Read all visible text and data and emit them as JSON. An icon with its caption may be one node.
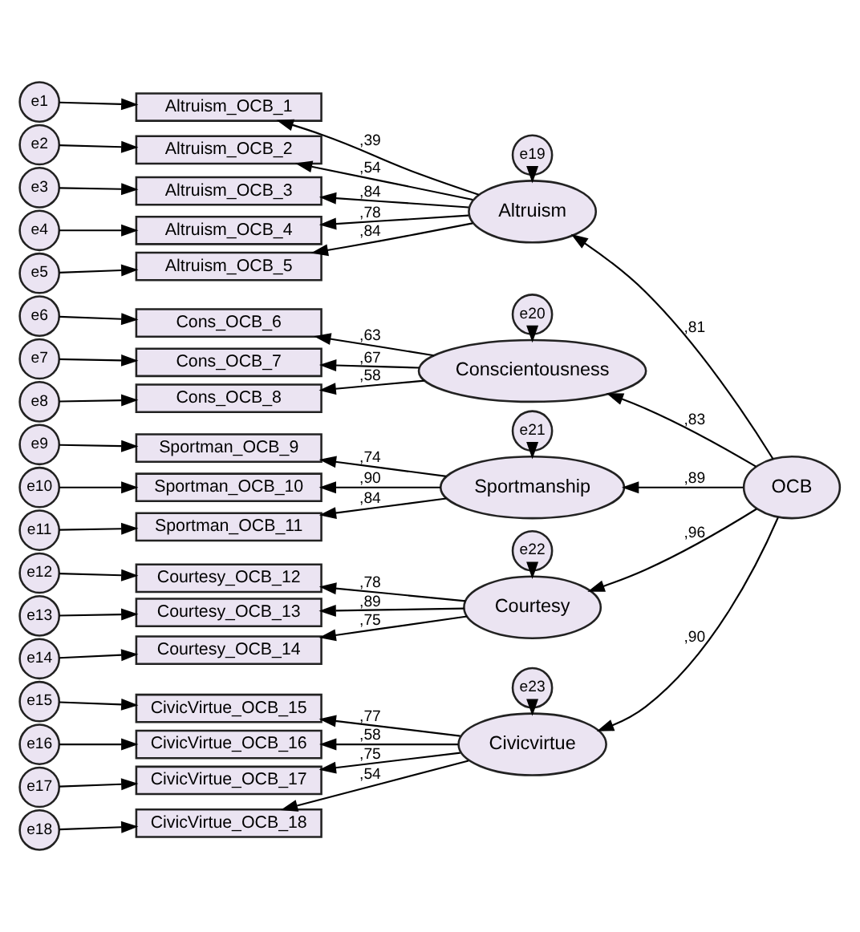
{
  "diagram": {
    "nodes": [
      {
        "text": [
          "e19"
        ]
      },
      {
        "text": [
          "Altruism"
        ]
      },
      {
        "text": [
          "e1"
        ]
      },
      {
        "text": [
          "Altruism_OCB_1"
        ]
      },
      {
        "text": [
          "e2"
        ]
      },
      {
        "text": [
          "Altruism_OCB_2"
        ]
      },
      {
        "text": [
          "e3"
        ]
      },
      {
        "text": [
          "Altruism_OCB_3"
        ]
      },
      {
        "text": [
          "e4"
        ]
      },
      {
        "text": [
          "Altruism_OCB_4"
        ]
      },
      {
        "text": [
          "e5"
        ]
      },
      {
        "text": [
          "Altruism_OCB_5"
        ]
      },
      {
        "text": [
          "e20"
        ]
      },
      {
        "text": [
          "Conscientousness"
        ]
      },
      {
        "text": [
          "e6"
        ]
      },
      {
        "text": [
          "Cons_OCB_6"
        ]
      },
      {
        "text": [
          "e7"
        ]
      },
      {
        "text": [
          "Cons_OCB_7"
        ]
      },
      {
        "text": [
          "e8"
        ]
      },
      {
        "text": [
          "Cons_OCB_8"
        ]
      },
      {
        "text": [
          "e21"
        ]
      },
      {
        "text": [
          "Sportmanship"
        ]
      },
      {
        "text": [
          "e9"
        ]
      },
      {
        "text": [
          "Sportman_OCB_9"
        ]
      },
      {
        "text": [
          "e10"
        ]
      },
      {
        "text": [
          "Sportman_OCB_10"
        ]
      },
      {
        "text": [
          "e11"
        ]
      },
      {
        "text": [
          "Sportman_OCB_11"
        ]
      },
      {
        "text": [
          "OCB"
        ]
      },
      {
        "text": [
          "e22"
        ]
      },
      {
        "text": [
          "Courtesy"
        ]
      },
      {
        "text": [
          "e12"
        ]
      },
      {
        "text": [
          "Courtesy_OCB_12"
        ]
      },
      {
        "text": [
          "e13"
        ]
      },
      {
        "text": [
          "Courtesy_OCB_13"
        ]
      },
      {
        "text": [
          "e14"
        ]
      },
      {
        "text": [
          "Courtesy_OCB_14"
        ]
      },
      {
        "text": [
          "e23"
        ]
      },
      {
        "text": [
          "Civicvirtue"
        ]
      },
      {
        "text": [
          "e15"
        ]
      },
      {
        "text": [
          "CivicVirtue_OCB_15"
        ]
      },
      {
        "text": [
          "e16"
        ]
      },
      {
        "text": [
          "CivicVirtue_OCB_16"
        ]
      },
      {
        "text": [
          "e17"
        ]
      },
      {
        "text": [
          "CivicVirtue_OCB_17"
        ]
      },
      {
        "text": [
          "e18"
        ]
      },
      {
        "text": [
          "CivicVirtue_OCB_18"
        ]
      }
    ],
    "edges": [
      {
        "from": 0,
        "to": 1,
        "arrow": "to"
      },
      {
        "from": 1,
        "to": 3,
        "label": ",39",
        "arrow": "to"
      },
      {
        "from": 1,
        "to": 5,
        "label": ",54",
        "arrow": "to"
      },
      {
        "from": 1,
        "to": 7,
        "label": ",84",
        "arrow": "to"
      },
      {
        "from": 1,
        "to": 9,
        "label": ",78",
        "arrow": "to"
      },
      {
        "from": 1,
        "to": 11,
        "label": ",84",
        "arrow": "to"
      },
      {
        "from": 2,
        "to": 3,
        "arrow": "to"
      },
      {
        "from": 4,
        "to": 5,
        "arrow": "to"
      },
      {
        "from": 6,
        "to": 7,
        "arrow": "to"
      },
      {
        "from": 8,
        "to": 9,
        "arrow": "to"
      },
      {
        "from": 10,
        "to": 11,
        "arrow": "to"
      },
      {
        "from": 12,
        "to": 13,
        "arrow": "to"
      },
      {
        "from": 13,
        "to": 15,
        "label": ",63",
        "arrow": "to"
      },
      {
        "from": 13,
        "to": 17,
        "label": ",67",
        "arrow": "to"
      },
      {
        "from": 13,
        "to": 19,
        "label": ",58",
        "arrow": "to"
      },
      {
        "from": 14,
        "to": 15,
        "arrow": "to"
      },
      {
        "from": 16,
        "to": 17,
        "arrow": "to"
      },
      {
        "from": 18,
        "to": 19,
        "arrow": "to"
      },
      {
        "from": 20,
        "to": 21,
        "arrow": "to"
      },
      {
        "from": 21,
        "to": 23,
        "label": ",74",
        "arrow": "to"
      },
      {
        "from": 21,
        "to": 25,
        "label": ",90",
        "arrow": "to"
      },
      {
        "from": 21,
        "to": 27,
        "label": ",84",
        "arrow": "to"
      },
      {
        "from": 22,
        "to": 23,
        "arrow": "to"
      },
      {
        "from": 24,
        "to": 25,
        "arrow": "to"
      },
      {
        "from": 26,
        "to": 27,
        "arrow": "to"
      },
      {
        "from": 29,
        "to": 30,
        "arrow": "to"
      },
      {
        "from": 30,
        "to": 32,
        "label": ",78",
        "arrow": "to"
      },
      {
        "from": 30,
        "to": 34,
        "label": ",89",
        "arrow": "to"
      },
      {
        "from": 30,
        "to": 36,
        "label": ",75",
        "arrow": "to"
      },
      {
        "from": 31,
        "to": 32,
        "arrow": "to"
      },
      {
        "from": 33,
        "to": 34,
        "arrow": "to"
      },
      {
        "from": 35,
        "to": 36,
        "arrow": "to"
      },
      {
        "from": 37,
        "to": 38,
        "arrow": "to"
      },
      {
        "from": 38,
        "to": 40,
        "label": ",77",
        "arrow": "to"
      },
      {
        "from": 38,
        "to": 42,
        "label": ",58",
        "arrow": "to"
      },
      {
        "from": 38,
        "to": 44,
        "label": ",75",
        "arrow": "to"
      },
      {
        "from": 38,
        "to": 46,
        "label": ",54",
        "arrow": "to"
      },
      {
        "from": 39,
        "to": 40,
        "arrow": "to"
      },
      {
        "from": 41,
        "to": 42,
        "arrow": "to"
      },
      {
        "from": 43,
        "to": 44,
        "arrow": "to"
      },
      {
        "from": 45,
        "to": 46,
        "arrow": "to"
      },
      {
        "from": 28,
        "to": 1,
        "label": ",81",
        "arrow": "to"
      },
      {
        "from": 28,
        "to": 13,
        "label": ",83",
        "arrow": "to"
      },
      {
        "from": 28,
        "to": 21,
        "label": ",89",
        "arrow": "to"
      },
      {
        "from": 28,
        "to": 30,
        "label": ",96",
        "arrow": "to"
      },
      {
        "from": 28,
        "to": 38,
        "label": ",90",
        "arrow": "to"
      }
    ]
  }
}
